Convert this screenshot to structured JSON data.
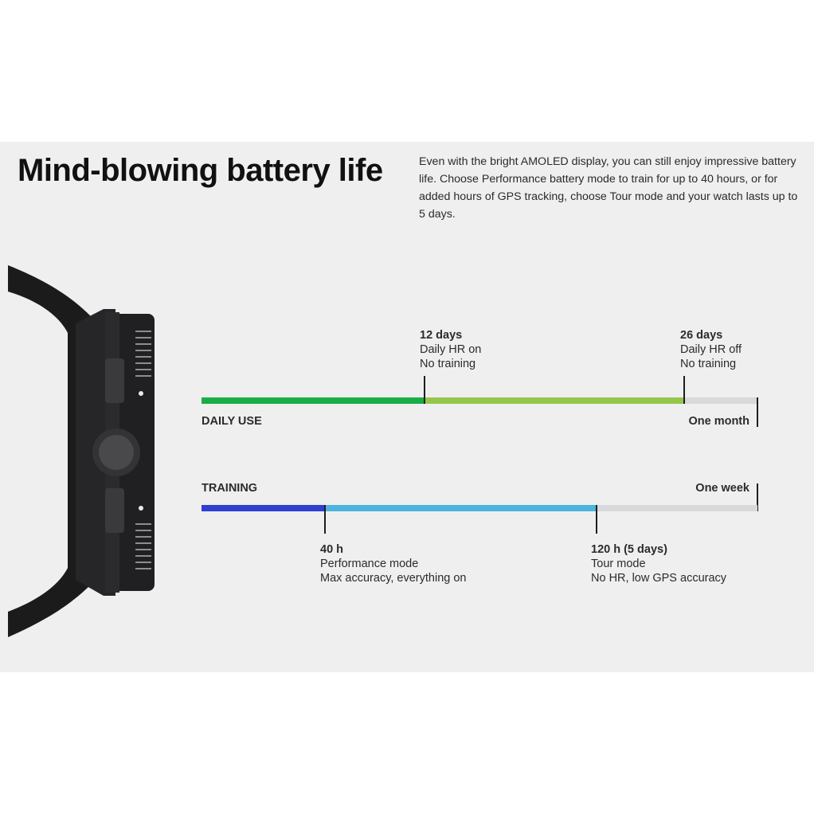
{
  "title": "Mind-blowing battery life",
  "intro": "Even with the bright AMOLED display, you can still enjoy impressive battery life. Choose Performance battery mode to train for up to 40 hours, or for added hours of GPS tracking, choose Tour mode and your watch lasts up to 5 days.",
  "colors": {
    "daily_dark_green": "#19ae45",
    "daily_light_green": "#95c64c",
    "training_dark_blue": "#2f3fcf",
    "training_light_blue": "#4db4dd",
    "remaining_gray": "#d7d9da"
  },
  "daily_use": {
    "label": "DAILY USE",
    "scale_end": "One month",
    "markers": [
      {
        "value": "12 days",
        "line1": "Daily HR on",
        "line2": "No training"
      },
      {
        "value": "26 days",
        "line1": "Daily HR off",
        "line2": "No training"
      }
    ]
  },
  "training": {
    "label": "TRAINING",
    "scale_end": "One week",
    "markers": [
      {
        "value": "40 h",
        "line1": "Performance mode",
        "line2": "Max accuracy, everything on"
      },
      {
        "value": "120 h (5 days)",
        "line1": "Tour mode",
        "line2": "No HR, low GPS accuracy"
      }
    ]
  }
}
